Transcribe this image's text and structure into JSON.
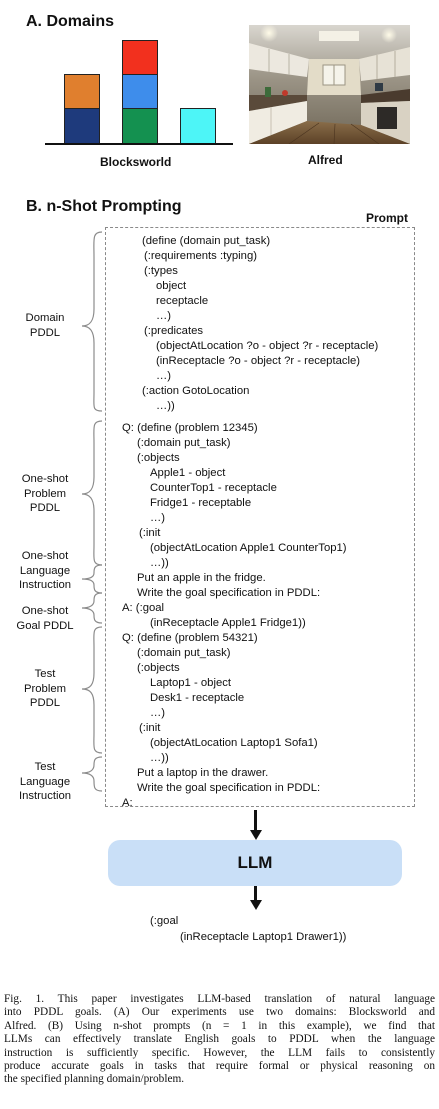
{
  "section_a": {
    "heading": "A. Domains",
    "blocksworld_label": "Blocksworld",
    "alfred_label": "Alfred",
    "block_colors": {
      "orange": "#E07F2E",
      "navy": "#1E3A7C",
      "red": "#F2301E",
      "blue": "#3E8DEB",
      "green": "#149150",
      "cyan": "#4DF5F7"
    }
  },
  "section_b": {
    "heading": "B. n-Shot Prompting",
    "prompt_label": "Prompt",
    "side_labels": {
      "domain_pddl": [
        "Domain",
        "PDDL"
      ],
      "oneshot_problem": [
        "One-shot",
        "Problem",
        "PDDL"
      ],
      "oneshot_language": [
        "One-shot",
        "Language",
        "Instruction"
      ],
      "oneshot_goal": [
        "One-shot",
        "Goal PDDL"
      ],
      "test_problem": [
        "Test",
        "Problem",
        "PDDL"
      ],
      "test_language": [
        "Test",
        "Language",
        "Instruction"
      ]
    },
    "domain_lines": [
      "(define (domain put_task)",
      "(:requirements :typing)",
      "(:types",
      "object",
      "receptacle",
      "…)",
      "(:predicates",
      "(objectAtLocation ?o - object ?r - receptacle)",
      "(inReceptacle ?o - object ?r - receptacle)",
      "…)",
      "(:action GotoLocation",
      "…))"
    ],
    "oneshot_lines": [
      "Q: (define (problem 12345)",
      "(:domain put_task)",
      "(:objects",
      "Apple1 - object",
      "CounterTop1 - receptacle",
      "Fridge1 - receptable",
      "…)",
      "(:init",
      "(objectAtLocation Apple1 CounterTop1)",
      "…))",
      "Put an apple in the fridge.",
      "Write the goal specification in PDDL:",
      "A: (:goal",
      "(inReceptacle Apple1 Fridge1))"
    ],
    "test_lines": [
      "Q: (define (problem 54321)",
      "(:domain put_task)",
      "(:objects",
      "Laptop1 - object",
      "Desk1 - receptacle",
      "…)",
      "(:init",
      "(objectAtLocation Laptop1 Sofa1)",
      "…))",
      "Put a laptop in the drawer.",
      "Write the goal specification in PDDL:",
      "A:"
    ],
    "llm_label": "LLM",
    "llm_color": "#C9DFF7",
    "output_lines": [
      "(:goal",
      "(inReceptacle Laptop1 Drawer1))"
    ]
  },
  "caption": {
    "lines": [
      "Fig. 1.   This paper investigates LLM-based translation of natural language",
      "into PDDL goals. (A) Our experiments use two domains: Blocksworld and",
      "Alfred. (B) Using n-shot prompts (n = 1 in this example), we find that",
      "LLMs can effectively translate English goals to PDDL when the language",
      "instruction is sufficiently specific. However, the LLM fails to consistently",
      "produce accurate goals in tasks that require formal or physical reasoning on",
      "the specified planning domain/problem."
    ]
  }
}
